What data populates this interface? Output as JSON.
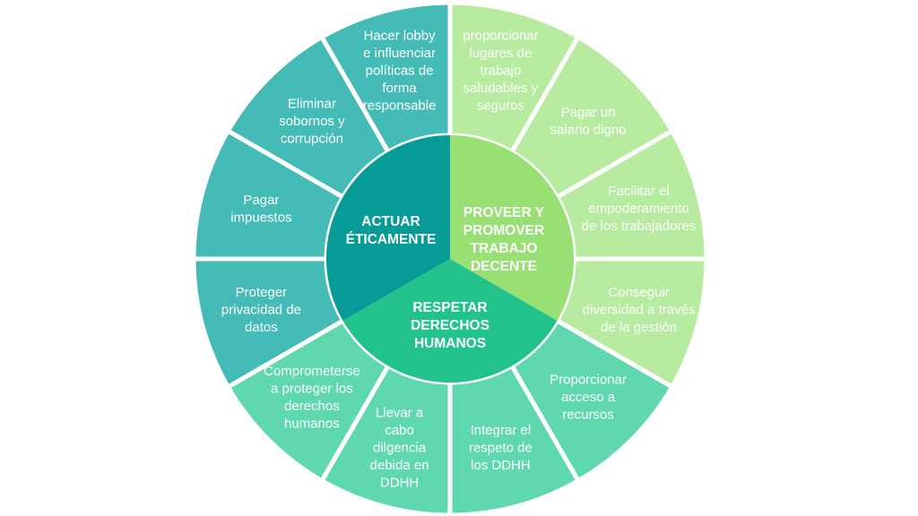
{
  "diagram": {
    "core": [
      {
        "id": "actuar",
        "lines": [
          "ACTUAR",
          "ÉTICAMENTE"
        ],
        "color": "#069B96"
      },
      {
        "id": "proveer",
        "lines": [
          "PROVEER Y",
          "PROMOVER",
          "TRABAJO",
          "DECENTE"
        ],
        "color": "#98E074"
      },
      {
        "id": "respetar",
        "lines": [
          "RESPETAR",
          "DERECHOS",
          "HUMANOS"
        ],
        "color": "#21C38B"
      }
    ],
    "segments": [
      {
        "group": "proveer",
        "lines": [
          "proporcionar",
          "lugares de",
          "trabajo",
          "saludables y",
          "seguros"
        ],
        "color": "#B7EBA0"
      },
      {
        "group": "proveer",
        "lines": [
          "Pagar un",
          "salario digno"
        ],
        "color": "#B7EBA0"
      },
      {
        "group": "proveer",
        "lines": [
          "Facilitar el",
          "empoderamiento",
          "de los trabajadores"
        ],
        "color": "#B7EBA0"
      },
      {
        "group": "proveer",
        "lines": [
          "Conseguir",
          "diversidad a través",
          "de la gestión"
        ],
        "color": "#B7EBA0"
      },
      {
        "group": "respetar",
        "lines": [
          "Proporcionar",
          "acceso a",
          "recursos"
        ],
        "color": "#5FD8AE"
      },
      {
        "group": "respetar",
        "lines": [
          "Integrar el",
          "respeto de",
          "los DDHH"
        ],
        "color": "#5FD8AE"
      },
      {
        "group": "respetar",
        "lines": [
          "Llevar a",
          "cabo",
          "dilgencia",
          "debida en",
          "DDHH"
        ],
        "color": "#5FD8AE"
      },
      {
        "group": "respetar",
        "lines": [
          "Comprometerse",
          "a proteger los",
          "derechos",
          "humanos"
        ],
        "color": "#5FD8AE"
      },
      {
        "group": "actuar",
        "lines": [
          "Proteger",
          "privacidad de",
          "datos"
        ],
        "color": "#45BBB8"
      },
      {
        "group": "actuar",
        "lines": [
          "Pagar",
          "impuestos"
        ],
        "color": "#45BBB8"
      },
      {
        "group": "actuar",
        "lines": [
          "Eliminar",
          "sobornos y",
          "corrupción"
        ],
        "color": "#45BBB8"
      },
      {
        "group": "actuar",
        "lines": [
          "Hacer lobby",
          "e influenciar",
          "políticas de",
          "forma",
          "responsable"
        ],
        "color": "#45BBB8"
      }
    ]
  }
}
